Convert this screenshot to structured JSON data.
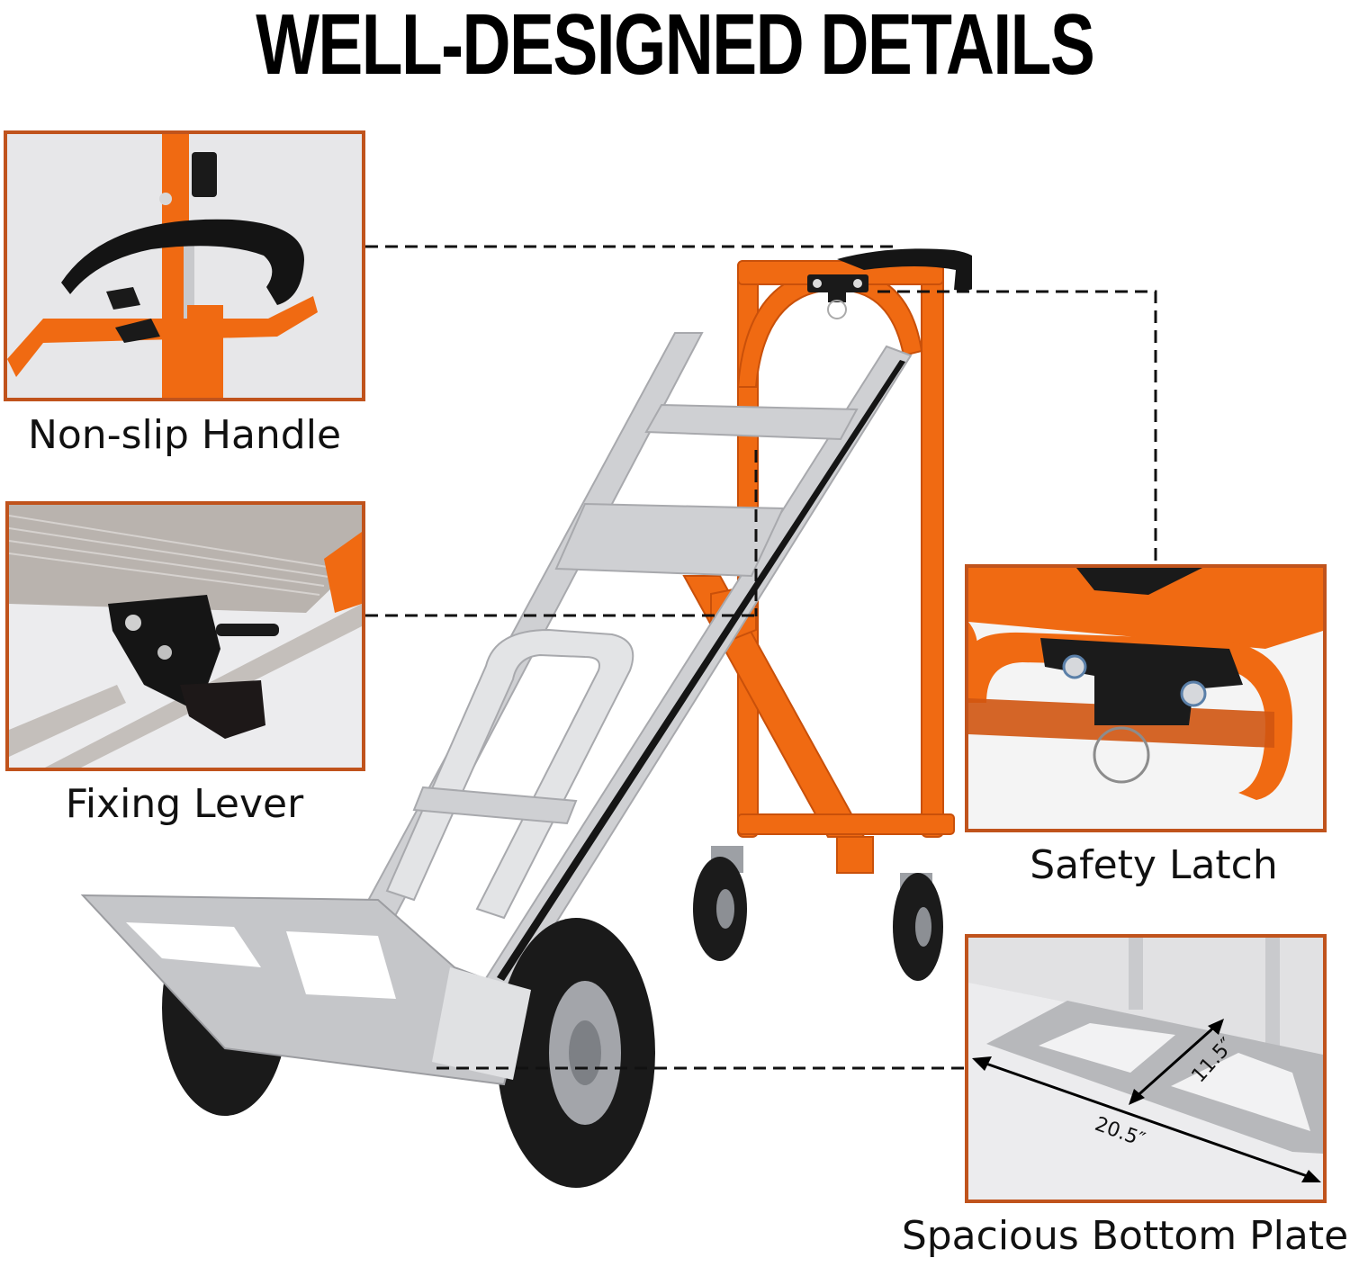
{
  "title": "WELL-DESIGNED DETAILS",
  "colors": {
    "frame": "#c0531c",
    "orange": "#f06a12",
    "orange_dark": "#c9500a",
    "aluminum": "#cfd0d3",
    "aluminum_dark": "#a8a9ad",
    "black": "#151515",
    "panel_bg": "#e7e7e9"
  },
  "features": [
    {
      "id": "handle",
      "label": "Non-slip Handle",
      "icon": "handle-icon"
    },
    {
      "id": "lever",
      "label": "Fixing Lever",
      "icon": "lever-icon"
    },
    {
      "id": "latch",
      "label": "Safety Latch",
      "icon": "latch-icon"
    },
    {
      "id": "plate",
      "label": "Spacious Bottom Plate",
      "icon": "plate-icon"
    }
  ],
  "dimensions": {
    "width": "20.5″",
    "depth": "11.5″"
  }
}
